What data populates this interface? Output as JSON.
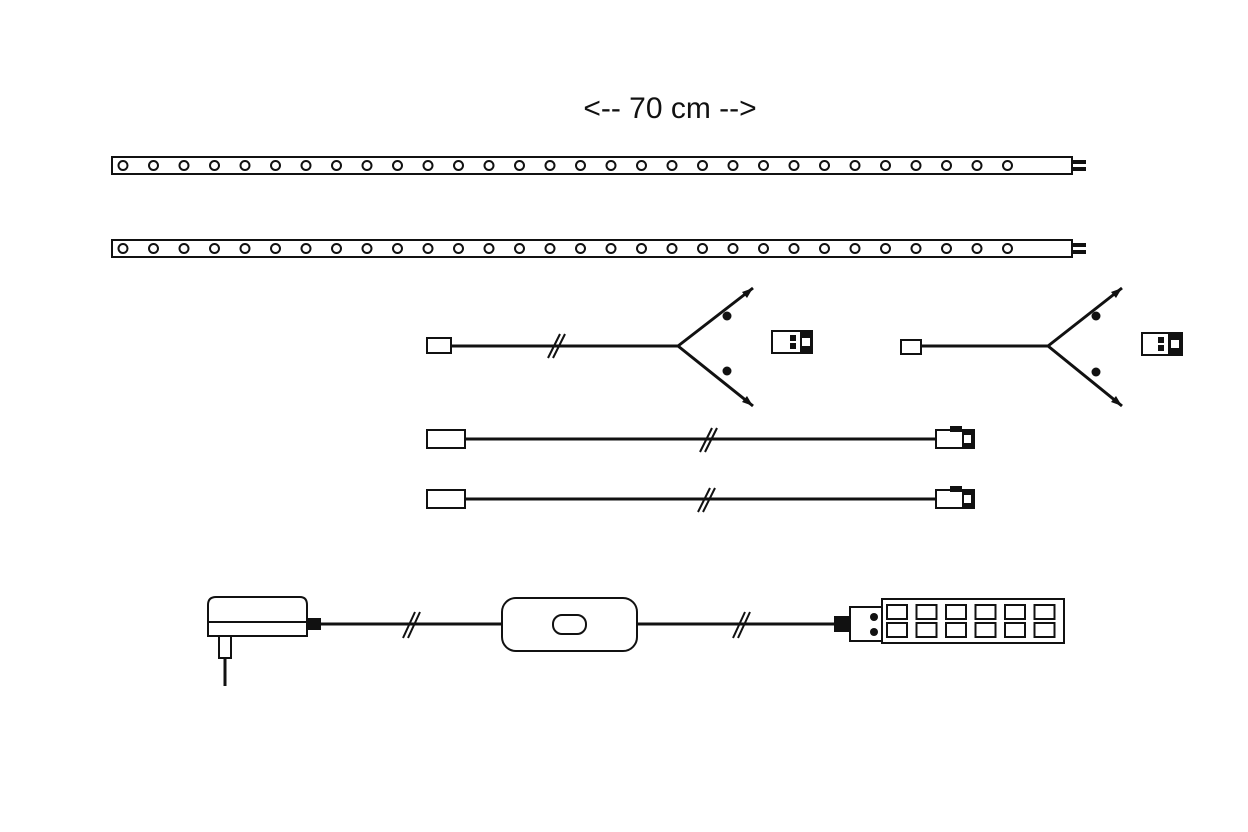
{
  "diagram": {
    "dimension_label": "<-- 70 cm -->",
    "colors": {
      "line": "#111111",
      "background": "#ffffff"
    },
    "components": [
      {
        "name": "led-strip",
        "count": 2
      },
      {
        "name": "y-splitter-cable",
        "count": 2
      },
      {
        "name": "extension-cable",
        "count": 2
      },
      {
        "name": "power-adapter-with-switch-and-distributor",
        "count": 1
      }
    ]
  }
}
